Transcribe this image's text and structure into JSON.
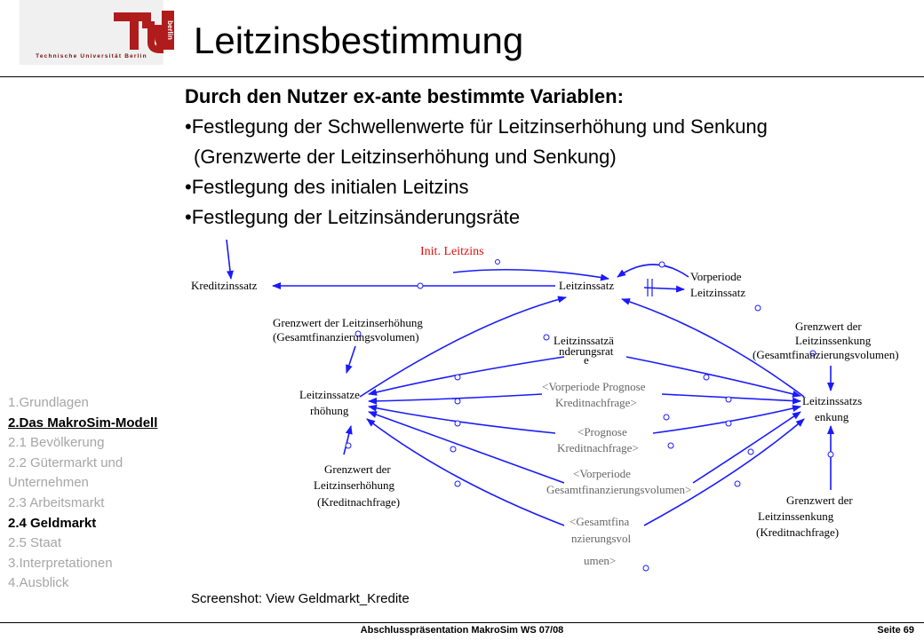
{
  "logo": {
    "text": "Technische Universität Berlin",
    "mark_word": "berlin",
    "color": "#b01c1c"
  },
  "title": "Leitzinsbestimmung",
  "content": {
    "heading": "Durch den Nutzer ex-ante bestimmte Variablen:",
    "items": [
      "•Festlegung der Schwellenwerte für Leitzinserhöhung und Senkung",
      "(Grenzwerte der Leitzinserhöhung und Senkung)",
      "•Festlegung des initialen Leitzins",
      "•Festlegung der Leitzinsänderungsräte"
    ]
  },
  "nav": {
    "items": [
      {
        "label": "1.Grundlagen",
        "state": "inactive"
      },
      {
        "label": "2.Das MakroSim-Modell",
        "state": "current"
      },
      {
        "label": "2.1 Bevölkerung",
        "state": "inactive"
      },
      {
        "label": "2.2 Gütermarkt und Unternehmen",
        "state": "inactive"
      },
      {
        "label": "2.3 Arbeitsmarkt",
        "state": "inactive"
      },
      {
        "label": "2.4 Geldmarkt",
        "state": "active"
      },
      {
        "label": "2.5 Staat",
        "state": "inactive"
      },
      {
        "label": "3.Interpretationen",
        "state": "inactive"
      },
      {
        "label": "4.Ausblick",
        "state": "inactive"
      }
    ]
  },
  "diagram": {
    "init_leitzins": "Init. Leitzins",
    "kreditzinssatz": "Kreditzinssatz",
    "leitzinssatz": "Leitzinssatz",
    "vorperiode_1": "Vorperiode",
    "vorperiode_2": "Leitzinssatz",
    "gw_erh_gfv_1": "Grenzwert der Leitzinserhöhung",
    "gw_erh_gfv_2": "(Gesamtfinanzierungsvolumen)",
    "aenderung_1": "Leitzinssatzä",
    "aenderung_2": "nderungsrat",
    "aenderung_3": "e",
    "gw_senk_gfv_1": "Grenzwert der",
    "gw_senk_gfv_2": "Leitzinssenkung",
    "gw_senk_gfv_3": "(Gesamtfinanzierungsvolumen)",
    "erh_1": "Leitzinssatze",
    "erh_2": "rhöhung",
    "senk_1": "Leitzinssatzs",
    "senk_2": "enkung",
    "shadow_1a": "<Vorperiode Prognose",
    "shadow_1b": "Kreditnachfrage>",
    "shadow_2a": "<Prognose",
    "shadow_2b": "Kreditnachfrage>",
    "shadow_3a": "<Vorperiode",
    "shadow_3b": "Gesamtfinanzierungsvolumen>",
    "shadow_4a": "<Gesamtfina",
    "shadow_4b": "nzierungsvol",
    "shadow_4c": "umen>",
    "gw_erh_kn_1": "Grenzwert der",
    "gw_erh_kn_2": "Leitzinserhöhung",
    "gw_erh_kn_3": "(Kreditnachfrage)",
    "gw_senk_kn_1": "Grenzwert der",
    "gw_senk_kn_2": "Leitzinssenkung",
    "gw_senk_kn_3": "(Kreditnachfrage)",
    "arrow_color": "#1a1aff"
  },
  "caption": "Screenshot: View Geldmarkt_Kredite",
  "footer": {
    "center": "Abschlusspräsentation MakroSim WS 07/08",
    "page": "Seite 69"
  }
}
